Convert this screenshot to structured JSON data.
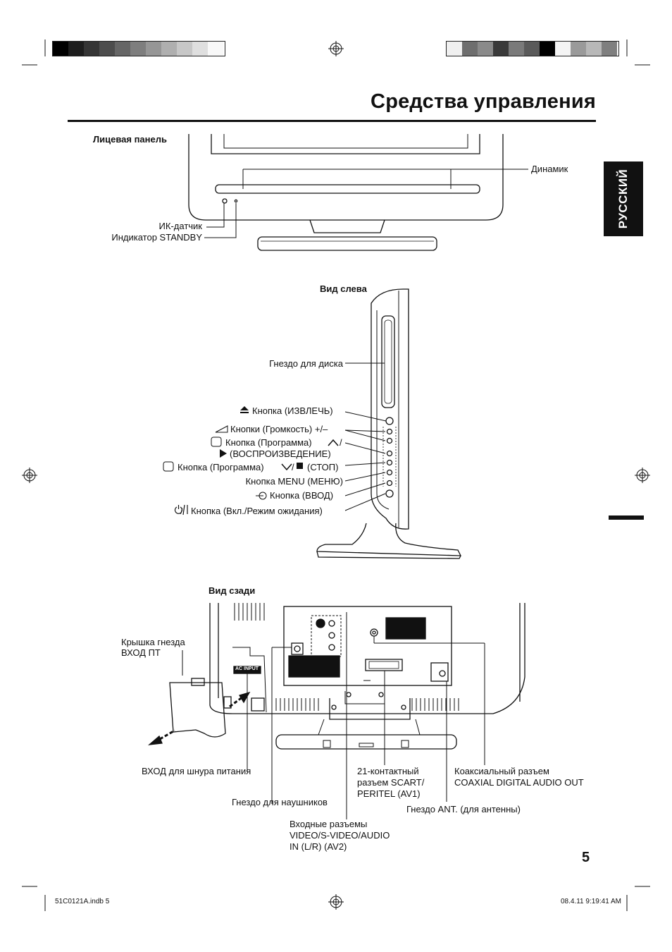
{
  "page": {
    "title": "Средства управления",
    "language_tab": "РУССКИЙ",
    "page_number": "5",
    "footer_left": "51C0121A.indb   5",
    "footer_right": "08.4.11   9:19:41 AM"
  },
  "front_panel": {
    "heading": "Лицевая панель",
    "speaker": "Динамик",
    "ir_sensor": "ИК-датчик",
    "standby_indicator": "Индикатор STANDBY"
  },
  "left_view": {
    "heading": "Вид слева",
    "disc_slot": "Гнездо для диска",
    "eject": "Кнопка (ИЗВЛЕЧЬ)",
    "volume": "Кнопки (Громкость) +/–",
    "program_up_1": "Кнопка (Программа)",
    "program_up_2": "(ВОСПРОИЗВЕДЕНИЕ)",
    "program_down": "Кнопка (Программа)",
    "stop": "(СТОП)",
    "menu": "Кнопка MENU (МЕНЮ)",
    "input": "Кнопка (ВВОД)",
    "power": "Кнопка (Вкл./Режим ожидания)"
  },
  "rear_view": {
    "heading": "Вид сзади",
    "cover_line1": "Крышка гнезда",
    "cover_line2": "ВХОД ПТ",
    "ac_input": "AC INPUT",
    "power_cord": "ВХОД для шнура питания",
    "headphones": "Гнездо для наушников",
    "av2_line1": "Входные разъемы",
    "av2_line2": "VIDEO/S-VIDEO/AUDIO",
    "av2_line3": "IN (L/R) (AV2)",
    "scart_line1": "21-контактный",
    "scart_line2": "разъем SCART/",
    "scart_line3": "PERITEL (AV1)",
    "antenna": "Гнездо ANT. (для антенны)",
    "coax_line1": "Коаксиальный разъем",
    "coax_line2": "COAXIAL DIGITAL AUDIO OUT"
  },
  "swatches": {
    "left": [
      "#000000",
      "#1d1d1d",
      "#353535",
      "#4d4d4d",
      "#666666",
      "#7e7e7e",
      "#969696",
      "#afafaf",
      "#c7c7c7",
      "#dfdfdf",
      "#f8f8f8"
    ],
    "right": [
      "#f0f0f0",
      "#6e6e6e",
      "#8a8a8a",
      "#3a3a3a",
      "#7a7a7a",
      "#5a5a5a",
      "#000000",
      "#f4f4f4",
      "#9a9a9a",
      "#b8b8b8",
      "#7f7f7f"
    ]
  }
}
